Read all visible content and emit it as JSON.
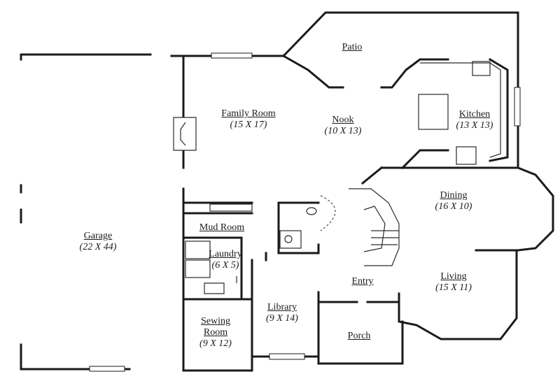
{
  "rooms": {
    "patio": {
      "name": "Patio"
    },
    "family": {
      "name": "Family Room",
      "dim": "(15 X 17)"
    },
    "nook": {
      "name": "Nook",
      "dim": "(10 X 13)"
    },
    "kitchen": {
      "name": "Kitchen",
      "dim": "(13 X 13)"
    },
    "dining": {
      "name": "Dining",
      "dim": "(16 X 10)"
    },
    "mud": {
      "name": "Mud Room"
    },
    "laundry": {
      "name": "Laundry",
      "dim": "(6 X 5)"
    },
    "garage": {
      "name": "Garage",
      "dim": "(22 X 44)"
    },
    "entry": {
      "name": "Entry"
    },
    "living": {
      "name": "Living",
      "dim": "(15 X 11)"
    },
    "library": {
      "name": "Library",
      "dim": "(9 X 14)"
    },
    "sewing": {
      "name": "Sewing",
      "name2": "Room",
      "dim": "(9 X 12)"
    },
    "porch": {
      "name": "Porch"
    }
  }
}
